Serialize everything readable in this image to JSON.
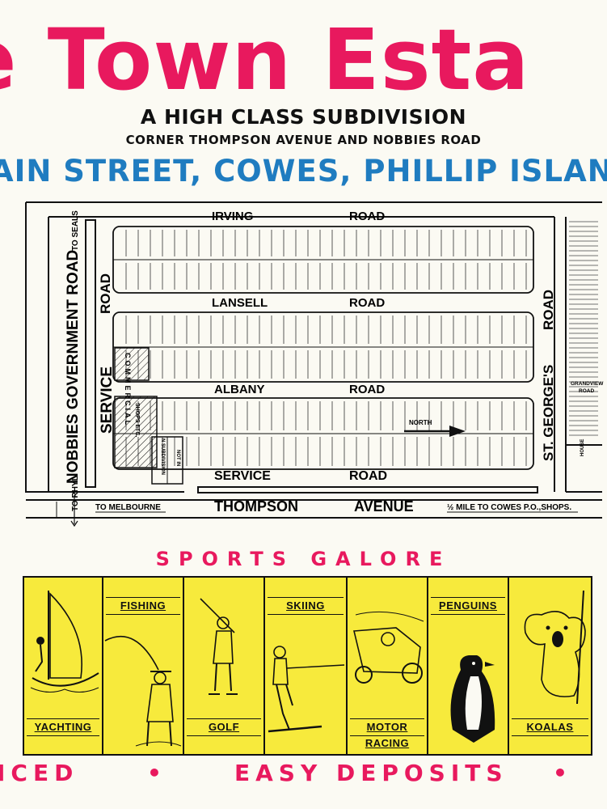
{
  "header": {
    "title": "e Town Esta",
    "subtitle": "A HIGH CLASS SUBDIVISION",
    "corner": "CORNER THOMPSON AVENUE AND NOBBIES ROAD",
    "location": "AIN STREET, COWES, PHILLIP ISLAN"
  },
  "map": {
    "roads": {
      "irving": [
        "IRVING",
        "ROAD"
      ],
      "lansell": [
        "LANSELL",
        "ROAD"
      ],
      "albany": [
        "ALBANY",
        "ROAD"
      ],
      "service_bottom": [
        "SERVICE",
        "ROAD"
      ],
      "thompson": [
        "THOMPSON",
        "AVENUE"
      ],
      "nobbies": "NOBBIES GOVERNMENT ROAD",
      "service_left": "SERVICE",
      "road_left": "ROAD",
      "st_georges": "ST. GEORGE'S",
      "road_right": "ROAD",
      "grandview": [
        "GRANDVIEW",
        "ROAD"
      ]
    },
    "labels": {
      "to_seals": "TO SEALS",
      "to_rhyll": "TO RHYL",
      "to_melbourne": "TO MELBOURNE",
      "to_cowes": "½ MILE TO COWES P.O.,SHOPS.",
      "north": "NORTH",
      "commercial": "COMMERCIAL",
      "shops": "SHOPS ETC.",
      "subdivision": "N SUBDIVISION",
      "not_in": "NOT IN",
      "house": "HOUSE"
    }
  },
  "sports": {
    "heading": "SPORTS GALORE",
    "items": [
      {
        "label": "YACHTING",
        "position": "bottom"
      },
      {
        "label": "FISHING",
        "position": "top"
      },
      {
        "label": "GOLF",
        "position": "bottom"
      },
      {
        "label": "SKIING",
        "position": "top"
      },
      {
        "label": "MOTOR RACING",
        "position": "bottom"
      },
      {
        "label": "PENGUINS",
        "position": "top"
      },
      {
        "label": "KOALAS",
        "position": "bottom"
      }
    ]
  },
  "footer": {
    "left": "ICED",
    "bullet": "•",
    "middle": "EASY DEPOSITS"
  },
  "colors": {
    "pink": "#e8195e",
    "blue": "#1f7cc0",
    "yellow": "#f7ea3c",
    "paper": "#fbfaf3"
  }
}
